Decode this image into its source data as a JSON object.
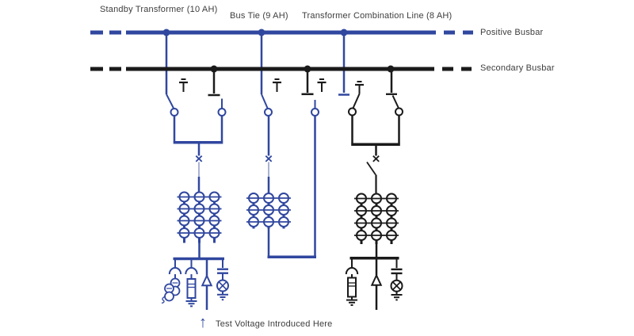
{
  "top_labels": {
    "standby_transformer": "Standby Transformer (10 AH)",
    "bus_tie": "Bus Tie (9 AH)",
    "transformer_combination_line": "Transformer Combination Line (8 AH)"
  },
  "busbar_labels": {
    "positive": "Positive Busbar",
    "secondary": "Secondary Busbar"
  },
  "annotation": {
    "arrow_glyph": "↑",
    "text": "Test Voltage Introduced Here"
  },
  "diagram_meta": {
    "branches": [
      {
        "name": "standby-transformer",
        "feeder_label": "Standby Transformer (10 AH)",
        "color": "blue",
        "transformer_grid": "3 columns x 4 rows"
      },
      {
        "name": "bus-tie",
        "feeder_label": "Bus Tie (9 AH)",
        "color": "blue",
        "transformer_grid": "3 columns x 3 rows"
      },
      {
        "name": "transformer-combination-line",
        "feeder_label": "Transformer Combination Line (8 AH)",
        "color": "black",
        "transformer_grid": "3 columns x 4 rows"
      }
    ],
    "colors": {
      "positive_busbar_blue": "#30479f",
      "secondary_busbar_black": "#1a1a1a",
      "faint_segment": "#a9b2d2",
      "label_text": "#3d3d3d",
      "background": "#ffffff"
    }
  }
}
